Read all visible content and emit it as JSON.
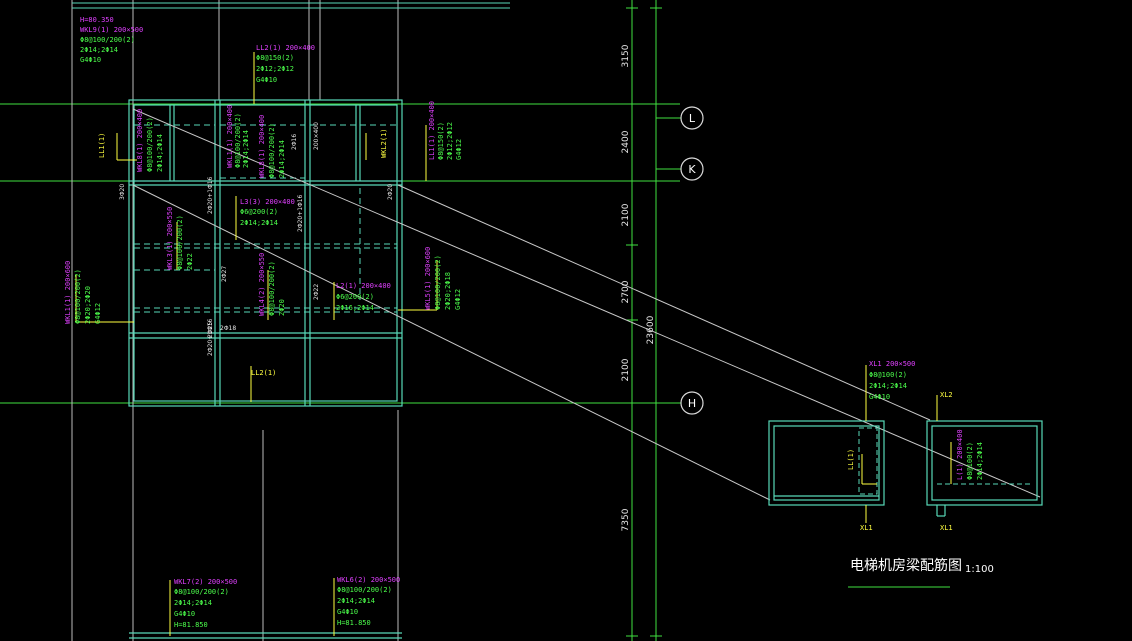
{
  "colors": {
    "background": "#000000",
    "gridline": "#40e040",
    "beam": "#58d8b8",
    "leader": "#ffff40",
    "annotation_name": "#e040ff",
    "annotation_rebar": "#4cff4c",
    "section_line": "#c8c8c8"
  },
  "axes": {
    "L": "L",
    "K": "K",
    "H": "H"
  },
  "dimensions": {
    "d1": "3150",
    "d2": "2400",
    "d3": "2100",
    "d4": "2700",
    "d5": "2100",
    "d6": "7350",
    "total": "23600"
  },
  "title": {
    "text": "电梯机房梁配筋图",
    "scale": "1:100"
  },
  "annotations": {
    "top_left": [
      "H=80.350",
      "WKL9(1) 200×500",
      "Φ8@100/200(2)",
      "2Φ14;2Φ14",
      "G4Φ10"
    ],
    "top_mid": [
      "LL2(1) 200×400",
      "Φ8@150(2)",
      "2Φ12;2Φ12",
      "G4Φ10"
    ],
    "ll1_left": "LL1(1)",
    "wkl8_col": [
      "WKL8(1) 200×400",
      "Φ8@100/200(2)",
      "2Φ14;2Φ14"
    ],
    "wkl1_col": [
      "WKL1(1) 200×400",
      "Φ8@100/200(2)",
      "2Φ14;2Φ14"
    ],
    "wkl8b": [
      "WKL8(1) 200×400",
      "Φ8@100/200(2)",
      "2Φ14;2Φ14"
    ],
    "wkl2_right": "WKL2(1)",
    "ll1_right": [
      "LL1(1) 200×400",
      "Φ8@150(2)",
      "2Φ12;2Φ12",
      "G4Φ12"
    ],
    "l3": [
      "L3(3) 200×400",
      "Φ6@200(2)",
      "2Φ14;2Φ14"
    ],
    "wkl3": [
      "WKL3(1) 200×550",
      "Φ8@100/200(2)",
      "2Φ22"
    ],
    "wkl4": [
      "WKL4(2) 200×550",
      "Φ8@100/200(2)",
      "2Φ20"
    ],
    "l2": [
      "L2(1) 200×400",
      "Φ6@200(2)",
      "2Φ16;2Φ14"
    ],
    "wkl5": [
      "WKL5(1) 200×600",
      "Φ8@100/200(2)",
      "2Φ20;2Φ18",
      "G4Φ12"
    ],
    "wkl1_left": [
      "WKL1(1) 200×600",
      "Φ8@100/200(2)",
      "2Φ20;2Φ20",
      "G4Φ12"
    ],
    "ll2_bottom": "LL2(1)",
    "small_2d20": "2Φ20",
    "small_3d20": "3Φ20",
    "small_2d20b": "2Φ20+1Φ16",
    "small_2d22": "2Φ22",
    "small_2d27": "2Φ27",
    "small_2d20c": "2Φ20+1Φ16",
    "small_2d18": "2Φ18",
    "small_2d25": "2Φ25",
    "small_2d16": "2Φ16",
    "small_2d25b": "2Φ25",
    "small_2d20d": "2Φ20+1Φ16",
    "small_200x400": "200×400",
    "wkl7": [
      "WKL7(2) 200×500",
      "Φ8@100/200(2)",
      "2Φ14;2Φ14",
      "G4Φ10",
      "H=81.850"
    ],
    "wkl6": [
      "WKL6(2) 200×500",
      "Φ8@100/200(2)",
      "2Φ14;2Φ14",
      "G4Φ10",
      "H=81.850"
    ],
    "xl1": [
      "XL1 200×500",
      "Φ8@100(2)",
      "2Φ14;2Φ14",
      "G4Φ10"
    ],
    "xl1_inner": "LL(1)",
    "xl1_tag": "XL1",
    "xl2_tag": "XL2",
    "xl2_inner": [
      "L(1) 200×400",
      "Φ8@100(2)",
      "2Φ14;2Φ14"
    ],
    "xl1_bottom": "XL1"
  }
}
